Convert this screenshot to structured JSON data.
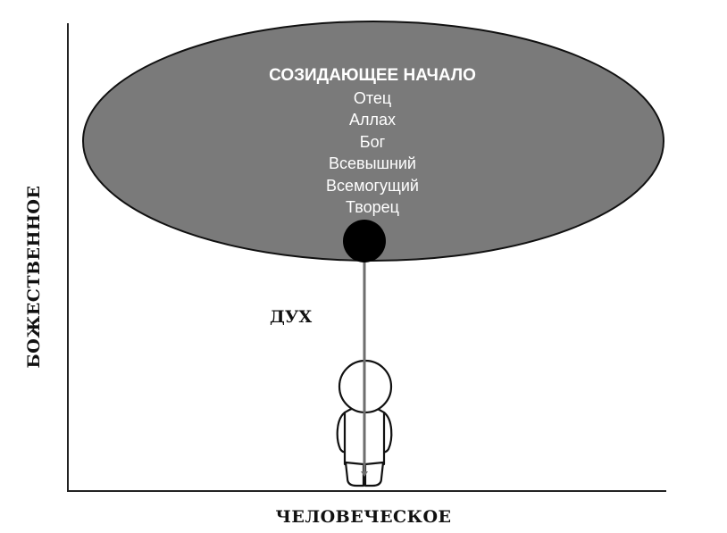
{
  "title": "СОЗИДАЮЩЕЕ НАЧАЛО",
  "names": [
    "Отец",
    "Аллах",
    "Бог",
    "Всевышний",
    "Всемогущий",
    "Творец"
  ],
  "spirit_label": "ДУХ",
  "x_axis_label": "ЧЕЛОВЕЧЕСКОЕ",
  "y_axis_label": "БОЖЕСТВЕННОЕ",
  "colors": {
    "ellipse_fill": "#7a7a7a",
    "ellipse_stroke": "#111111",
    "node_fill": "#000000",
    "cord": "#6e6e6e",
    "text_on_ellipse": "#ffffff"
  }
}
